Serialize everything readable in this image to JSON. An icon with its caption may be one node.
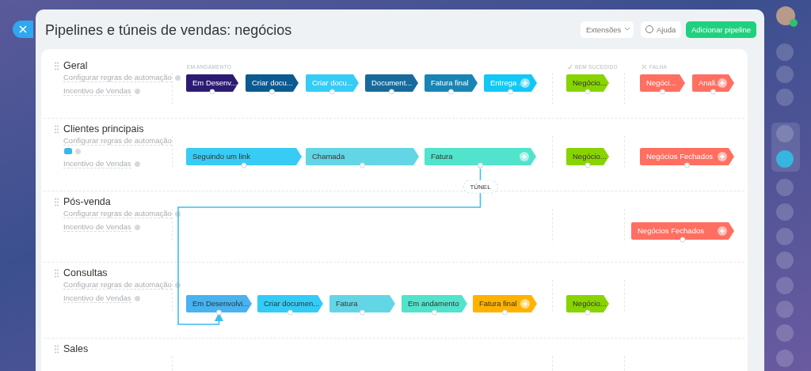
{
  "diagram": {
    "title": "Pipelines e túneis de vendas: negócios",
    "nodes": [
      {
        "text": [
          "Geral",
          "Configurar regras de automação",
          "Incentivo de Vendas"
        ]
      },
      {
        "text": [
          "Em Desenv..."
        ],
        "in": 0
      },
      {
        "text": [
          "Criar docu..."
        ],
        "in": 0
      },
      {
        "text": [
          "Criar docu..."
        ],
        "in": 0
      },
      {
        "text": [
          "Document..."
        ],
        "in": 0
      },
      {
        "text": [
          "Fatura final"
        ],
        "in": 0
      },
      {
        "text": [
          "Entrega ..."
        ],
        "in": 0
      },
      {
        "text": [
          "Negócio..."
        ],
        "in": 0
      },
      {
        "text": [
          "Negóci..."
        ],
        "in": 0
      },
      {
        "text": [
          "Anali..."
        ],
        "in": 0
      },
      {
        "text": [
          "Clientes principais",
          "Configurar regras de automação",
          "Incentivo de Vendas"
        ]
      },
      {
        "text": [
          "Seguindo um link"
        ],
        "in": 10
      },
      {
        "text": [
          "Chamada"
        ],
        "in": 10
      },
      {
        "text": [
          "Fatura"
        ],
        "in": 10
      },
      {
        "text": [
          "Negócio..."
        ],
        "in": 10
      },
      {
        "text": [
          "Negócios Fechados"
        ],
        "in": 10
      },
      {
        "text": [
          "Pós-venda",
          "Configurar regras de automação",
          "Incentivo de Vendas"
        ]
      },
      {
        "text": [
          "Negócios Fechados"
        ],
        "in": 16
      },
      {
        "text": [
          "Consultas",
          "Configurar regras de automação",
          "Incentivo de Vendas"
        ]
      },
      {
        "text": [
          "Em Desenvolvi..."
        ],
        "in": 18
      },
      {
        "text": [
          "Criar documen..."
        ],
        "in": 18
      },
      {
        "text": [
          "Fatura"
        ],
        "in": 18
      },
      {
        "text": [
          "Em andamento"
        ],
        "in": 18
      },
      {
        "text": [
          "Fatura final"
        ],
        "in": 18
      },
      {
        "text": [
          "Negócio..."
        ],
        "in": 18
      },
      {
        "text": [
          "Sales"
        ]
      }
    ],
    "edges": [
      {
        "from": 13,
        "to": 19,
        "arrow": "to",
        "label": "TÚNEL"
      }
    ],
    "labels": [
      "Extensões",
      "Ajuda",
      "Adicionar pipeline",
      "EM ANDAMENTO",
      "BEM SUCEDIDO",
      "FALHA"
    ]
  }
}
